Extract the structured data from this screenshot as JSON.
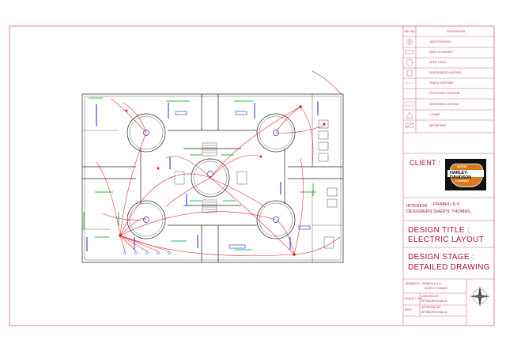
{
  "title_block": {
    "rev_no": "REV NO",
    "description": "DESCRIPTION",
    "legend": [
      {
        "label": "JUNCTION BOX",
        "icon": "junction-box-icon"
      },
      {
        "label": "SWITCH SOCKET",
        "icon": "switch-socket-icon"
      },
      {
        "label": "SPOT LIGHT",
        "icon": "spot-light-icon"
      },
      {
        "label": "SUSPENDED LIGHTING",
        "icon": "suspended-lighting-icon"
      },
      {
        "label": "TRACK LIGHTING",
        "icon": "track-lighting-icon"
      },
      {
        "label": "FOOTLIGHT LIGHTING",
        "icon": "footlight-icon"
      },
      {
        "label": "RECESSED LIGHTING",
        "icon": "recessed-lighting-icon"
      },
      {
        "label": "1.5 AMP",
        "icon": "amp-icon"
      },
      {
        "label": "METER BOX",
        "icon": "meter-box-icon"
      }
    ],
    "client_label": "CLIENT :",
    "logo": {
      "top": "MOTOR",
      "main": "HARLEY-DAVIDSON",
      "bottom": "COMPANY"
    },
    "interior_designers_label_1": "INTERIOR",
    "interior_designers_label_2": "DESIGNERS",
    "designer_1": ": PRABHU K.V",
    "designer_2": ": SHERYL THOMAS",
    "design_title_label": "DESIGN TITLE :",
    "design_title_value": "ELECTRIC LAYOUT",
    "design_stage_label": "DESIGN STAGE :",
    "design_stage_value": "DETAILED DRAWING",
    "drawn_by": "DRAWN BY : PRABHU K.V &",
    "drawn_by_2": "SHERYL THOMAS",
    "scale": "SCALE 1 : 100",
    "checked_by": "CHECKED BY",
    "checked_by_name": "AR.RADHIKA KALLA",
    "date": "DATE",
    "approved_by": "APPROVED BY",
    "approved_by_name": "AR.RADHIKA KALLA"
  },
  "colors": {
    "border": "#c8506a",
    "wall": "#222222",
    "wire": "#e0202a",
    "blue": "#1a2ad0",
    "green": "#22c040"
  }
}
